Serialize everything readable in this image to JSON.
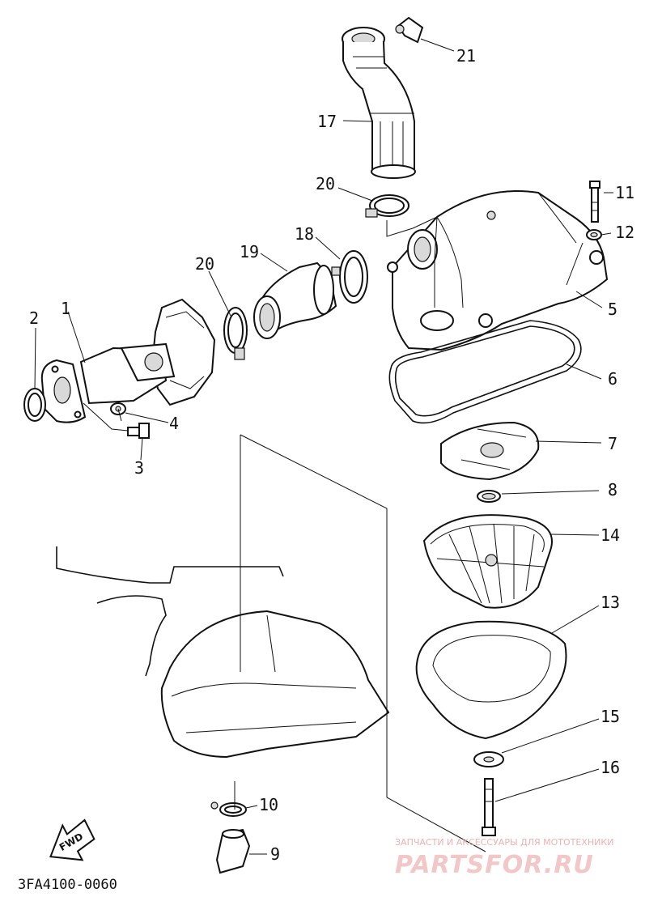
{
  "diagram_code": "3FA4100-0060",
  "fwd_label": "FWD",
  "watermark": {
    "line1": "ЗАПЧАСТИ И АКСЕССУАРЫ ДЛЯ МОТОТЕХНИКИ",
    "line2": "PARTSFOR.RU"
  },
  "callouts": [
    {
      "id": "c1",
      "label": "1"
    },
    {
      "id": "c2",
      "label": "2"
    },
    {
      "id": "c3",
      "label": "3"
    },
    {
      "id": "c4",
      "label": "4"
    },
    {
      "id": "c5",
      "label": "5"
    },
    {
      "id": "c6",
      "label": "6"
    },
    {
      "id": "c7",
      "label": "7"
    },
    {
      "id": "c8",
      "label": "8"
    },
    {
      "id": "c9",
      "label": "9"
    },
    {
      "id": "c10",
      "label": "10"
    },
    {
      "id": "c11",
      "label": "11"
    },
    {
      "id": "c12",
      "label": "12"
    },
    {
      "id": "c13",
      "label": "13"
    },
    {
      "id": "c14",
      "label": "14"
    },
    {
      "id": "c15",
      "label": "15"
    },
    {
      "id": "c16",
      "label": "16"
    },
    {
      "id": "c17",
      "label": "17"
    },
    {
      "id": "c18",
      "label": "18"
    },
    {
      "id": "c19",
      "label": "19"
    },
    {
      "id": "c20a",
      "label": "20"
    },
    {
      "id": "c20b",
      "label": "20"
    },
    {
      "id": "c21",
      "label": "21"
    }
  ]
}
